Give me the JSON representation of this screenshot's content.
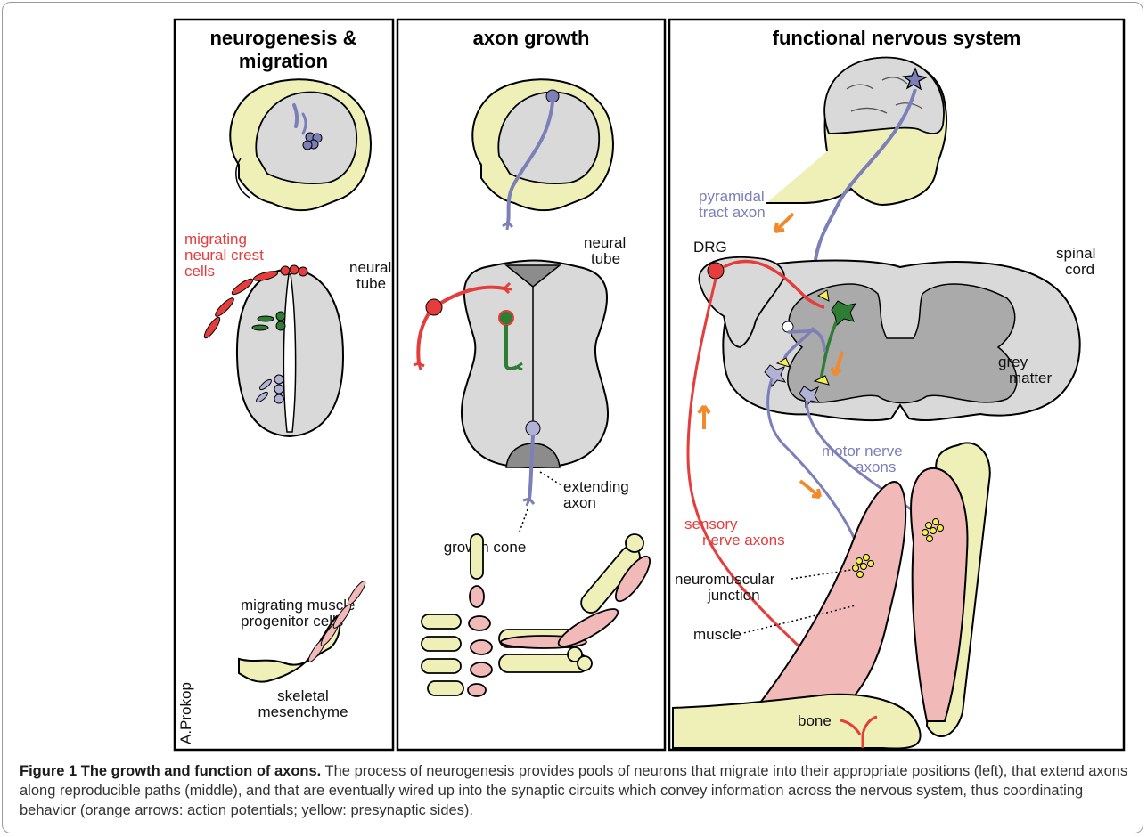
{
  "panels": [
    {
      "title_lines": [
        "neurogenesis &",
        "migration"
      ]
    },
    {
      "title_lines": [
        "axon growth"
      ]
    },
    {
      "title_lines": [
        "functional nervous system"
      ]
    }
  ],
  "labels": {
    "migrating_crest": [
      "migrating",
      "neural crest",
      "cells"
    ],
    "neural_tube_left": [
      "neural",
      "tube"
    ],
    "muscle_progenitor": [
      "migrating muscle",
      "progenitor cells"
    ],
    "skeletal_mesenchyme": [
      "skeletal",
      "mesenchyme"
    ],
    "author": "A.Prokop",
    "neural_tube_mid": [
      "neural",
      "tube"
    ],
    "extending_axon": [
      "extending",
      "axon"
    ],
    "growth_cone": "growth cone",
    "pyramidal": [
      "pyramidal",
      "tract axon"
    ],
    "drg": "DRG",
    "spinal_cord": [
      "spinal",
      "cord"
    ],
    "grey_matter": [
      "grey",
      "matter"
    ],
    "motor_nerve": [
      "motor nerve",
      "axons"
    ],
    "sensory_nerve": [
      "sensory",
      "nerve axons"
    ],
    "nmj": [
      "neuromuscular",
      "junction"
    ],
    "muscle": "muscle",
    "bone": "bone"
  },
  "caption": {
    "title": "Figure 1 The growth and function of axons.",
    "body": "The process of neurogenesis provides pools of neurons that migrate into their appropriate positions (left), that extend axons along reproducible paths (middle), and that are eventually wired up into the synaptic circuits which convey information across the nervous system, thus coordinating behavior (orange arrows: action potentials; yellow: presynaptic sides)."
  },
  "colors": {
    "sensory_red": "#e53c3c",
    "motor_blue": "#7d7fb8",
    "interneuron_green": "#2e7d32",
    "skin_yellow": "#eef0b8",
    "tissue_grey": "#d9d9d9",
    "muscle_pink": "#f2b9b9",
    "arrow_orange": "#f08a2c",
    "presynaptic_yellow": "#f2f04a"
  }
}
